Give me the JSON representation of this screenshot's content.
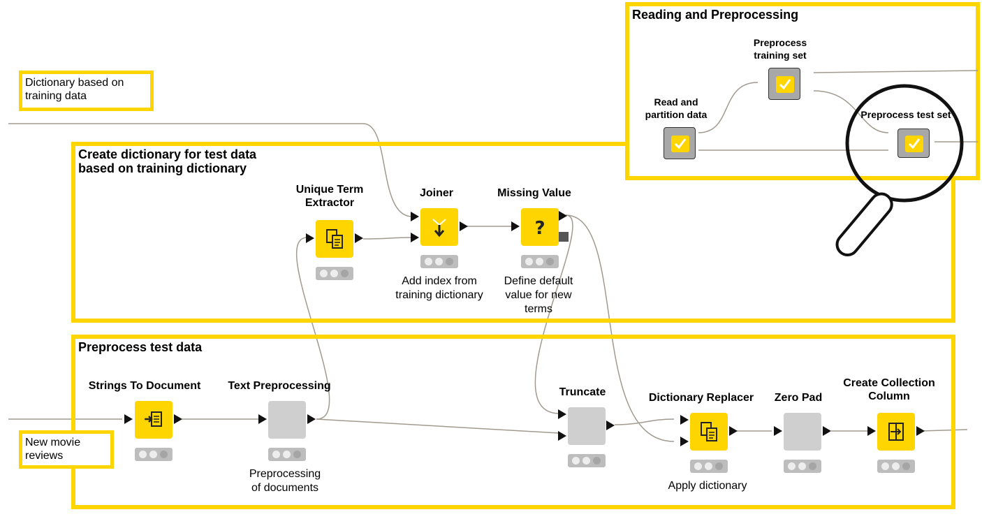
{
  "annotations": {
    "reading": {
      "title": "Reading and Preprocessing"
    },
    "create_dict": {
      "title": "Create dictionary for test data\nbased on training dictionary"
    },
    "preprocess": {
      "title": "Preprocess test data"
    }
  },
  "notes": {
    "dictionary": "Dictionary based on\ntraining data",
    "reviews": "New movie\nreviews"
  },
  "nodes": {
    "read_partition": {
      "title": "Read and\npartition data"
    },
    "preprocess_training": {
      "title": "Preprocess\ntraining set"
    },
    "preprocess_test": {
      "title": "Preprocess test set"
    },
    "unique_term": {
      "title": "Unique Term\nExtractor"
    },
    "joiner": {
      "title": "Joiner",
      "desc": "Add index from\ntraining dictionary"
    },
    "missing_value": {
      "title": "Missing Value",
      "desc": "Define default\nvalue for new\nterms"
    },
    "strings_to_doc": {
      "title": "Strings To Document"
    },
    "text_preprocessing": {
      "title": "Text Preprocessing",
      "desc": "Preprocessing\nof documents"
    },
    "truncate": {
      "title": "Truncate"
    },
    "dict_replacer": {
      "title": "Dictionary Replacer",
      "desc": "Apply dictionary"
    },
    "zero_pad": {
      "title": "Zero Pad"
    },
    "create_collection": {
      "title": "Create Collection\nColumn"
    }
  },
  "icons": {
    "magnifier": "magnifier-icon",
    "checkmark": "checkmark-icon",
    "document": "document-icon",
    "joiner": "joiner-icon",
    "question": "question-mark-icon",
    "collection": "collection-icon"
  },
  "colors": {
    "annotation_border": "#ffd500",
    "node_yellow": "#ffd500",
    "node_gray": "#cfcfcf",
    "wire": "#a09a90"
  }
}
